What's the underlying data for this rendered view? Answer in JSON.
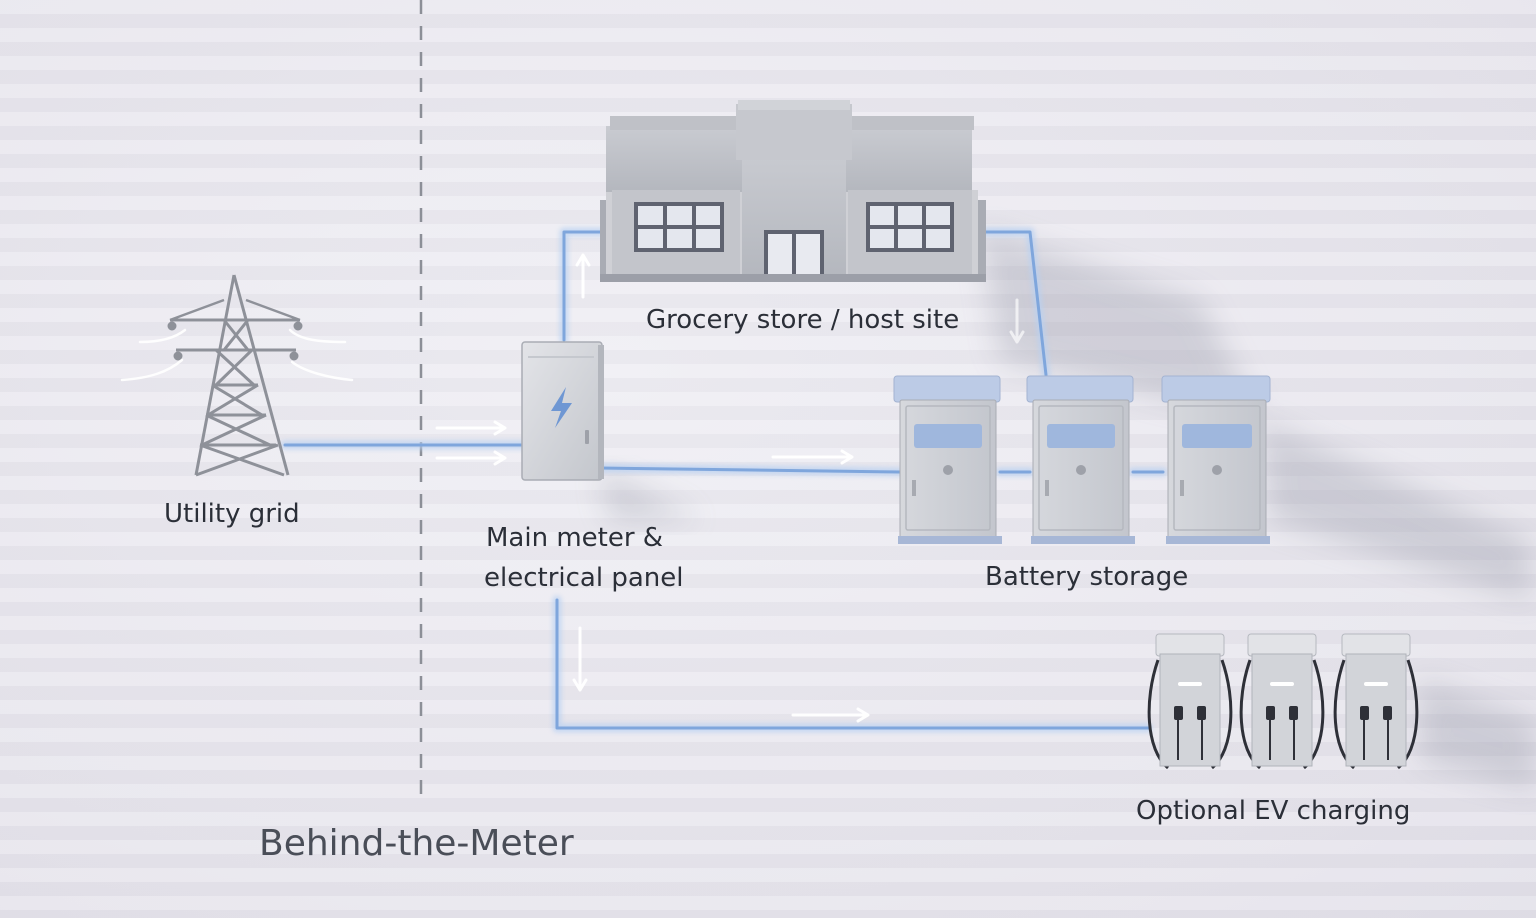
{
  "labels": {
    "utility_grid": "Utility grid",
    "main_meter_line1": "Main meter &",
    "main_meter_line2": "electrical panel",
    "grocery_store": "Grocery store / host site",
    "battery_storage": "Battery storage",
    "ev_charging": "Optional EV charging",
    "region_title": "Behind-the-Meter"
  },
  "icons": {
    "panel_symbol": "lightning-bolt-icon"
  },
  "colors": {
    "wire": "#7fa6dc",
    "wire_glow": "#b8d0f2",
    "metal_light": "#dcdde2",
    "metal_mid": "#b9bcc4",
    "battery_top": "#bccbe6",
    "battery_screen": "#9fb7dd",
    "text": "#2b2f38",
    "divider": "#8c8f97"
  }
}
